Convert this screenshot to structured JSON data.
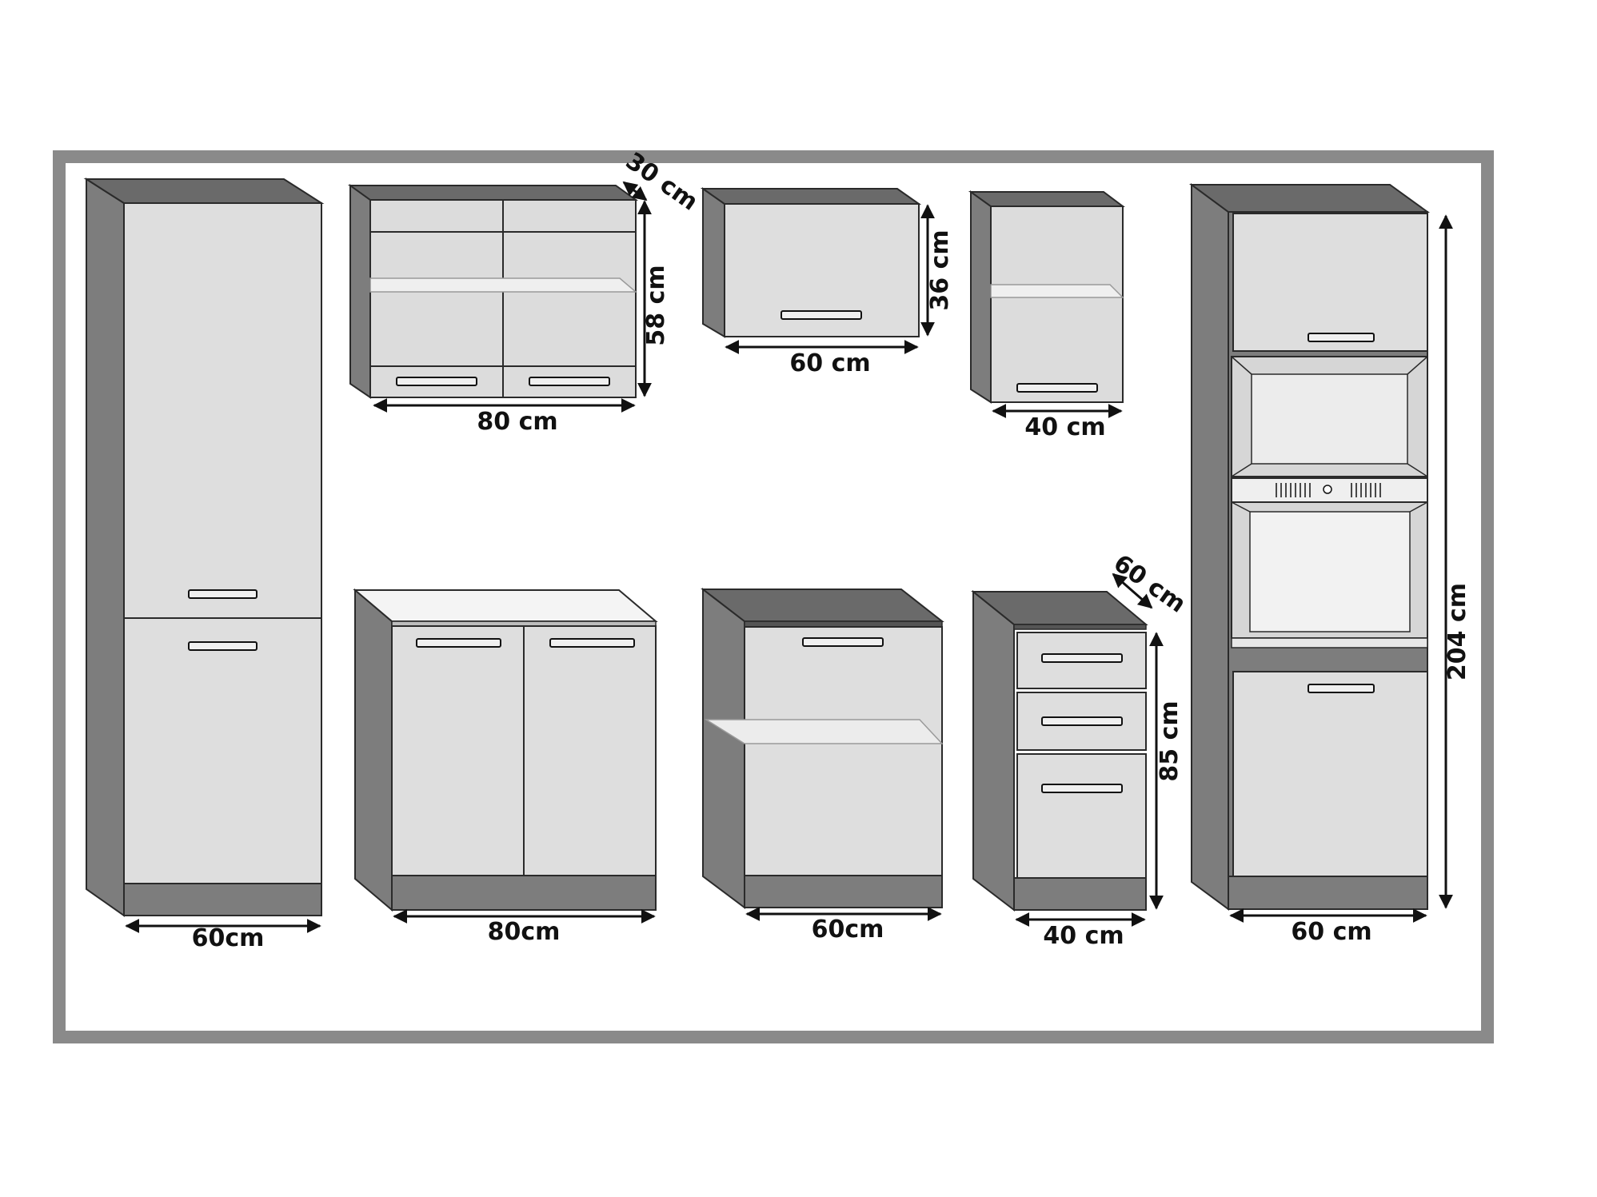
{
  "colors": {
    "frame": "#8a8a8a",
    "carcass": "#7d7d7d",
    "carcass_dark": "#6a6a6a",
    "front": "#dedede",
    "countertop": "#f4f4f4",
    "edge": "#2a2a2a",
    "text": "#111111"
  },
  "dimensions": {
    "tall_fridge_width": "60cm",
    "wall_glass_width": "80 cm",
    "wall_glass_height": "58 cm",
    "wall_glass_depth": "30 cm",
    "wall_flap_width": "60 cm",
    "wall_flap_height": "36 cm",
    "wall_small_width": "40 cm",
    "base_double_width": "80cm",
    "base_single_width": "60cm",
    "drawer_width": "40 cm",
    "drawer_height": "85 cm",
    "drawer_depth": "60 cm",
    "oven_tower_width": "60 cm",
    "oven_tower_height": "204 cm"
  }
}
